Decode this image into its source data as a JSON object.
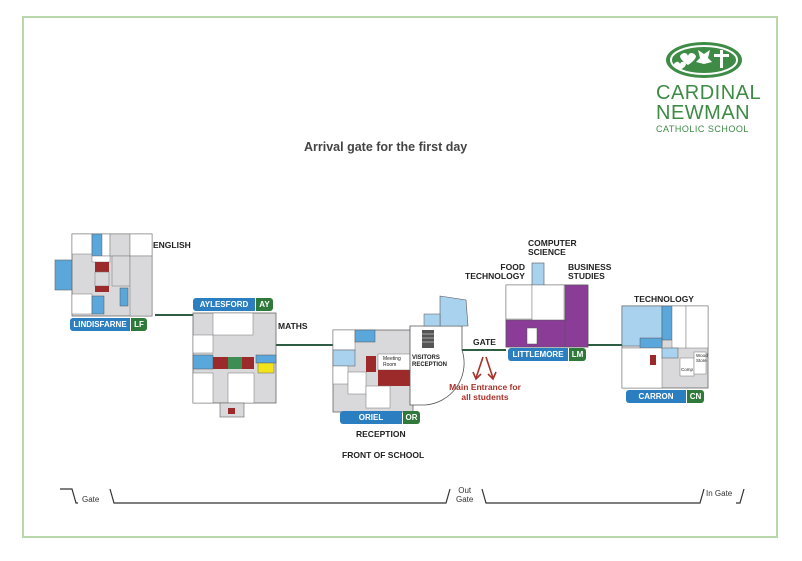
{
  "title": "Arrival gate for the first day",
  "logo": {
    "line1": "CARDINAL",
    "line2": "NEWMAN",
    "line3": "CATHOLIC SCHOOL",
    "colors": {
      "green": "#3d8b45",
      "blue": "#2e5d9f"
    }
  },
  "buildings": {
    "english": "ENGLISH",
    "maths": "MATHS",
    "computer_science": "COMPUTER\nSCIENCE",
    "food_technology": "FOOD\nTECHNOLOGY",
    "business_studies": "BUSINESS\nSTUDIES",
    "technology": "TECHNOLOGY",
    "reception": "RECEPTION",
    "front_of_school": "FRONT OF SCHOOL",
    "gate": "GATE",
    "meeting_room": "Meeting\nRoom",
    "visitors_reception": "VISITORS\nRECEPTION",
    "wood_store": "Wood\nStore",
    "comp": "Comp"
  },
  "houses": [
    {
      "name": "LINDISFARNE",
      "code": "LF"
    },
    {
      "name": "AYLESFORD",
      "code": "AY"
    },
    {
      "name": "ORIEL",
      "code": "OR"
    },
    {
      "name": "LITTLEMORE",
      "code": "LM"
    },
    {
      "name": "CARRON",
      "code": "CN"
    }
  ],
  "main_entrance": "Main Entrance for\nall students",
  "gates": {
    "left": "Gate",
    "out": "Out\nGate",
    "in": "In Gate"
  },
  "colors": {
    "house_blue": "#2b7fc1",
    "house_green": "#2f7a3a",
    "room_blue": "#5aa7dc",
    "room_light_blue": "#a9d2ee",
    "room_grey": "#d9d9db",
    "room_red": "#9c2a2a",
    "room_purple": "#8a3c97",
    "room_yellow": "#f3e31a",
    "room_green": "#3e8d55",
    "path_green": "#2d5d43",
    "arrow_red": "#a83229"
  }
}
